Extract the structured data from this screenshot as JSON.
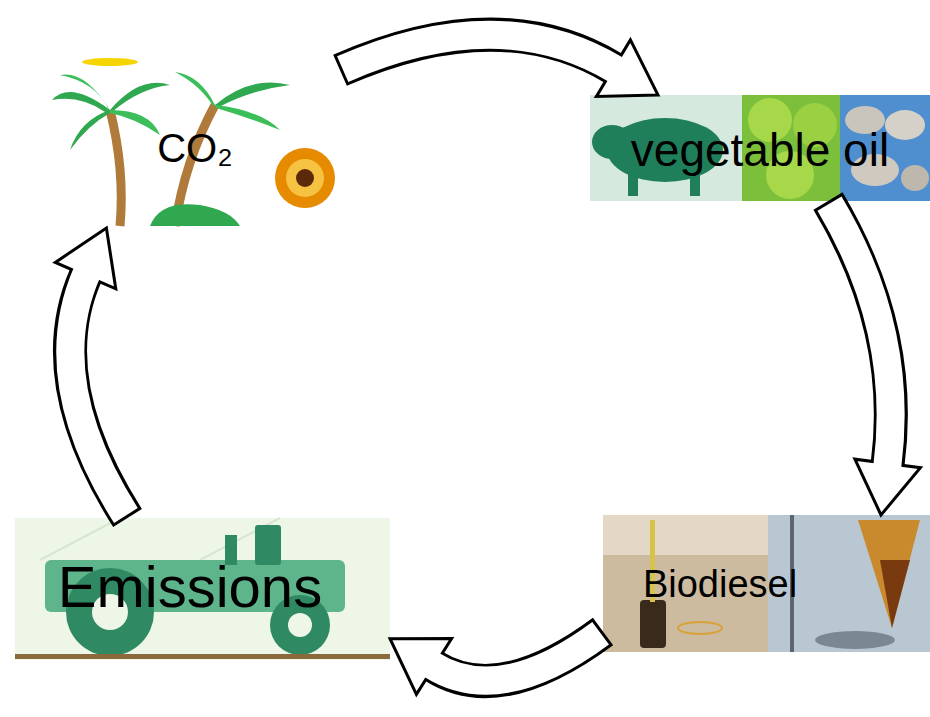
{
  "diagram": {
    "nodes": [
      {
        "text": [
          "CO₂"
        ]
      },
      {
        "text": [
          "vegetable oil"
        ]
      },
      {
        "text": [
          "Biodiesel"
        ]
      },
      {
        "text": [
          "Emissions"
        ]
      }
    ],
    "edges": [
      {
        "from": 0,
        "to": 1,
        "arrow": "to"
      },
      {
        "from": 1,
        "to": 2,
        "arrow": "to"
      },
      {
        "from": 2,
        "to": 3,
        "arrow": "to"
      },
      {
        "from": 3,
        "to": 0,
        "arrow": "to"
      }
    ]
  }
}
